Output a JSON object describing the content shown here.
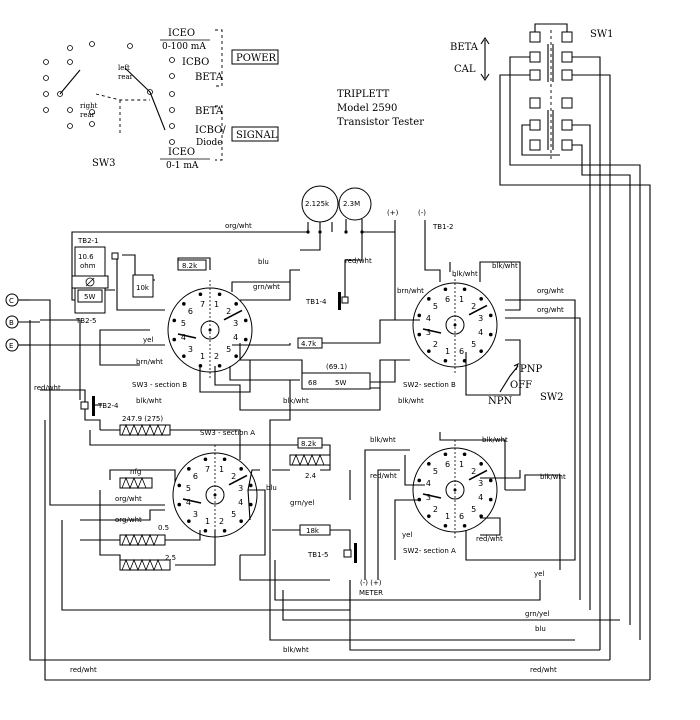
{
  "title": {
    "line1": "TRIPLETT",
    "line2": "Model 2590",
    "line3": "Transistor Tester"
  },
  "sw3_legend": {
    "iceo_100": "0-100 mA",
    "iceo_1": "0-1 mA",
    "iceo": "ICEO",
    "icbo": "ICBO",
    "beta_top": "BETA",
    "beta_bot": "BETA",
    "icbo_diode_a": "ICBO/",
    "icbo_diode_b": "Diode",
    "left_rear_a": "left",
    "left_rear_b": "rear",
    "right_rear_a": "right",
    "right_rear_b": "rear",
    "power": "POWER",
    "signal": "SIGNAL",
    "name": "SW3"
  },
  "sw1": {
    "name": "SW1",
    "beta": "BETA",
    "cal": "CAL"
  },
  "sw2": {
    "name": "SW2",
    "pnp": "PNP",
    "off": "OFF",
    "npn": "NPN"
  },
  "sections": {
    "sw3b": "SW3 - section B",
    "sw3a": "SW3 - section A",
    "sw2b": "SW2- section B",
    "sw2a": "SW2- section A"
  },
  "terminals": {
    "c": "C",
    "b": "B",
    "e": "E"
  },
  "terminal_blocks": {
    "tb2_1": "TB2-1",
    "tb2_5": "TB2-5",
    "tb2_4": "TB2-4",
    "tb1_4": "TB1-4",
    "tb1_2": "TB1-2",
    "tb1_5": "TB1-5"
  },
  "components": {
    "pot1": "2.125k",
    "pot2": "2.3M",
    "r_8_2k_top": "8.2k",
    "r_10k": "10k",
    "r_4_7k": "4.7k",
    "r_68_a": "68",
    "r_68_b": "5W",
    "r_69": "(69.1)",
    "lamp_a": "10.6",
    "lamp_b": "ohm",
    "lamp_w": "5W",
    "r_247": "247.9 (275)",
    "r_8_2k_bot": "8.2k",
    "r_2_4": "2.4",
    "r_18k": "18k",
    "r_nfg": "nfg",
    "r_0_5": "0.5",
    "r_2_5": "2.5"
  },
  "meter": {
    "plus_minus": "(-)  (+)",
    "name": "METER",
    "top_plus": "(+)",
    "top_minus": "(-)"
  },
  "wire_labels": {
    "org_wht_top": "org/wht",
    "blu_top": "blu",
    "grn_wht_top": "grn/wht",
    "red_wht_top": "red/wht",
    "brn_wht_top": "brn/wht",
    "blk_wht_sw2b": "blk/wht",
    "blk_wht_sw2b_r": "blk/wht",
    "org_wht_sw2b": "org/wht",
    "org_wht_sw2b2": "org/wht",
    "yel_b": "yel",
    "brn_wht_b": "brn/wht",
    "blk_wht_b": "blk/wht",
    "blk_wht_b2": "blk/wht",
    "blk_wht_b3": "blk/wht",
    "red_wht_tb24": "red/wht",
    "org_wht_a1": "org/wht",
    "org_wht_a2": "org/wht",
    "blu_a": "blu",
    "grn_yel_a": "grn/yel",
    "blk_wht_sw2a_l": "blk/wht",
    "blk_wht_sw2a_t": "blk/wht",
    "red_wht_sw2a": "red/wht",
    "yel_sw2a": "yel",
    "red_wht_sw2a2": "red/wht",
    "blk_wht_sw2a_r": "blk/wht",
    "yel_bot": "yel",
    "grn_yel_bot": "grn/yel",
    "blu_bot": "blu",
    "blk_wht_bot": "blk/wht",
    "red_wht_bot": "red/wht"
  }
}
